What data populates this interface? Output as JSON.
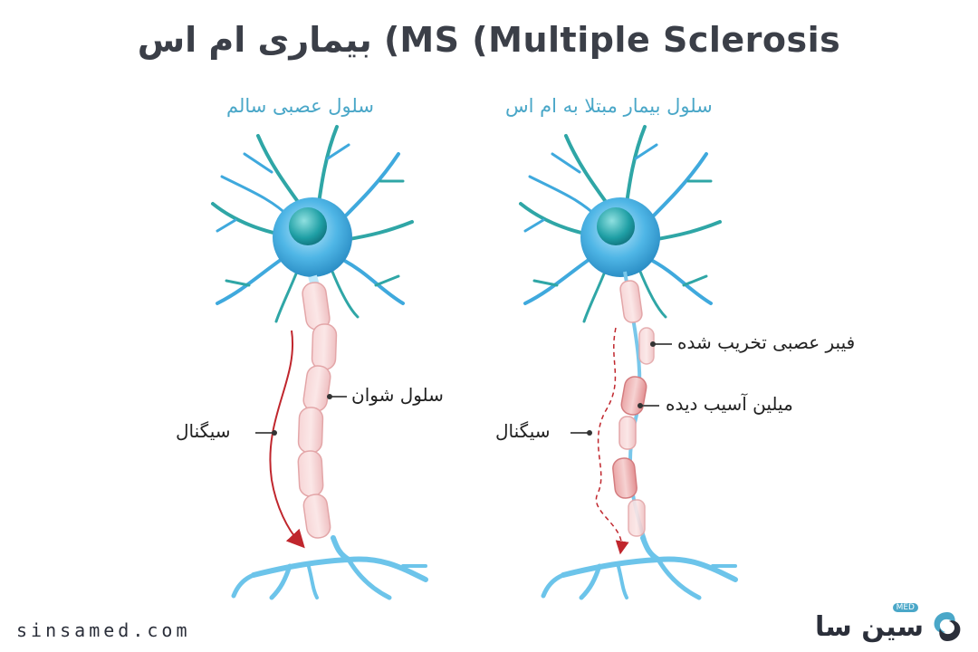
{
  "title": "بیماری ام اس (MS (Multiple Sclerosis",
  "healthy": {
    "heading": "سلول عصبی سالم",
    "schwann_label": "سلول شوان",
    "signal_label": "سیگنال"
  },
  "ms": {
    "heading": "سلول بیمار مبتلا به ام اس",
    "damaged_fiber_label": "فیبر عصبی تخریب شده",
    "damaged_myelin_label": "میلین آسیب دیده",
    "signal_label": "سیگنال"
  },
  "footer": {
    "website": "sinsamed.com",
    "brand_name": "سین سا",
    "brand_tag": "MED"
  },
  "colors": {
    "neuron_blue": "#3fa9dd",
    "dendrite_teal": "#2fa6a6",
    "myelin_pink": "#f3c6c8",
    "myelin_damaged": "#e89a9a",
    "signal_red": "#c0262d",
    "title_gray": "#3b3f48",
    "subtitle_blue": "#4aa7c8"
  }
}
